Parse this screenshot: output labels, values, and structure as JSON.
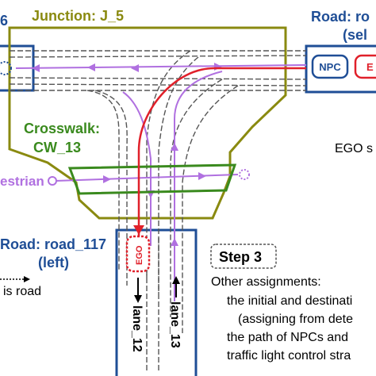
{
  "labels": {
    "road_left_num": "6",
    "junction": "Junction:  J_5",
    "road_right": "Road:  ro",
    "road_right_sel": "(sel",
    "crosswalk_title": "Crosswalk:",
    "crosswalk_id": "CW_13",
    "pedestrian": "estrian",
    "ego_status": "EGO s",
    "road_bottom": "Road:  road_117",
    "road_bottom_side": "(left)",
    "legend_is_road": "is road",
    "npc_box": "NPC",
    "ego_box_right": "E",
    "ego_box_bottom": "EGO",
    "lane_12": "lane_12",
    "lane_13": "lane_13"
  },
  "step": {
    "title": "Step 3",
    "lines": [
      "Other assignments:",
      "the initial and destinati",
      "(assigning from dete",
      "the path of NPCs and",
      "traffic light control stra"
    ]
  },
  "colors": {
    "junction": "#8a8a10",
    "crosswalk": "#3a8a1e",
    "road": "#1f4e96",
    "ego": "#e0202a",
    "npc_path": "#b070e0",
    "lane_line": "#555555"
  }
}
